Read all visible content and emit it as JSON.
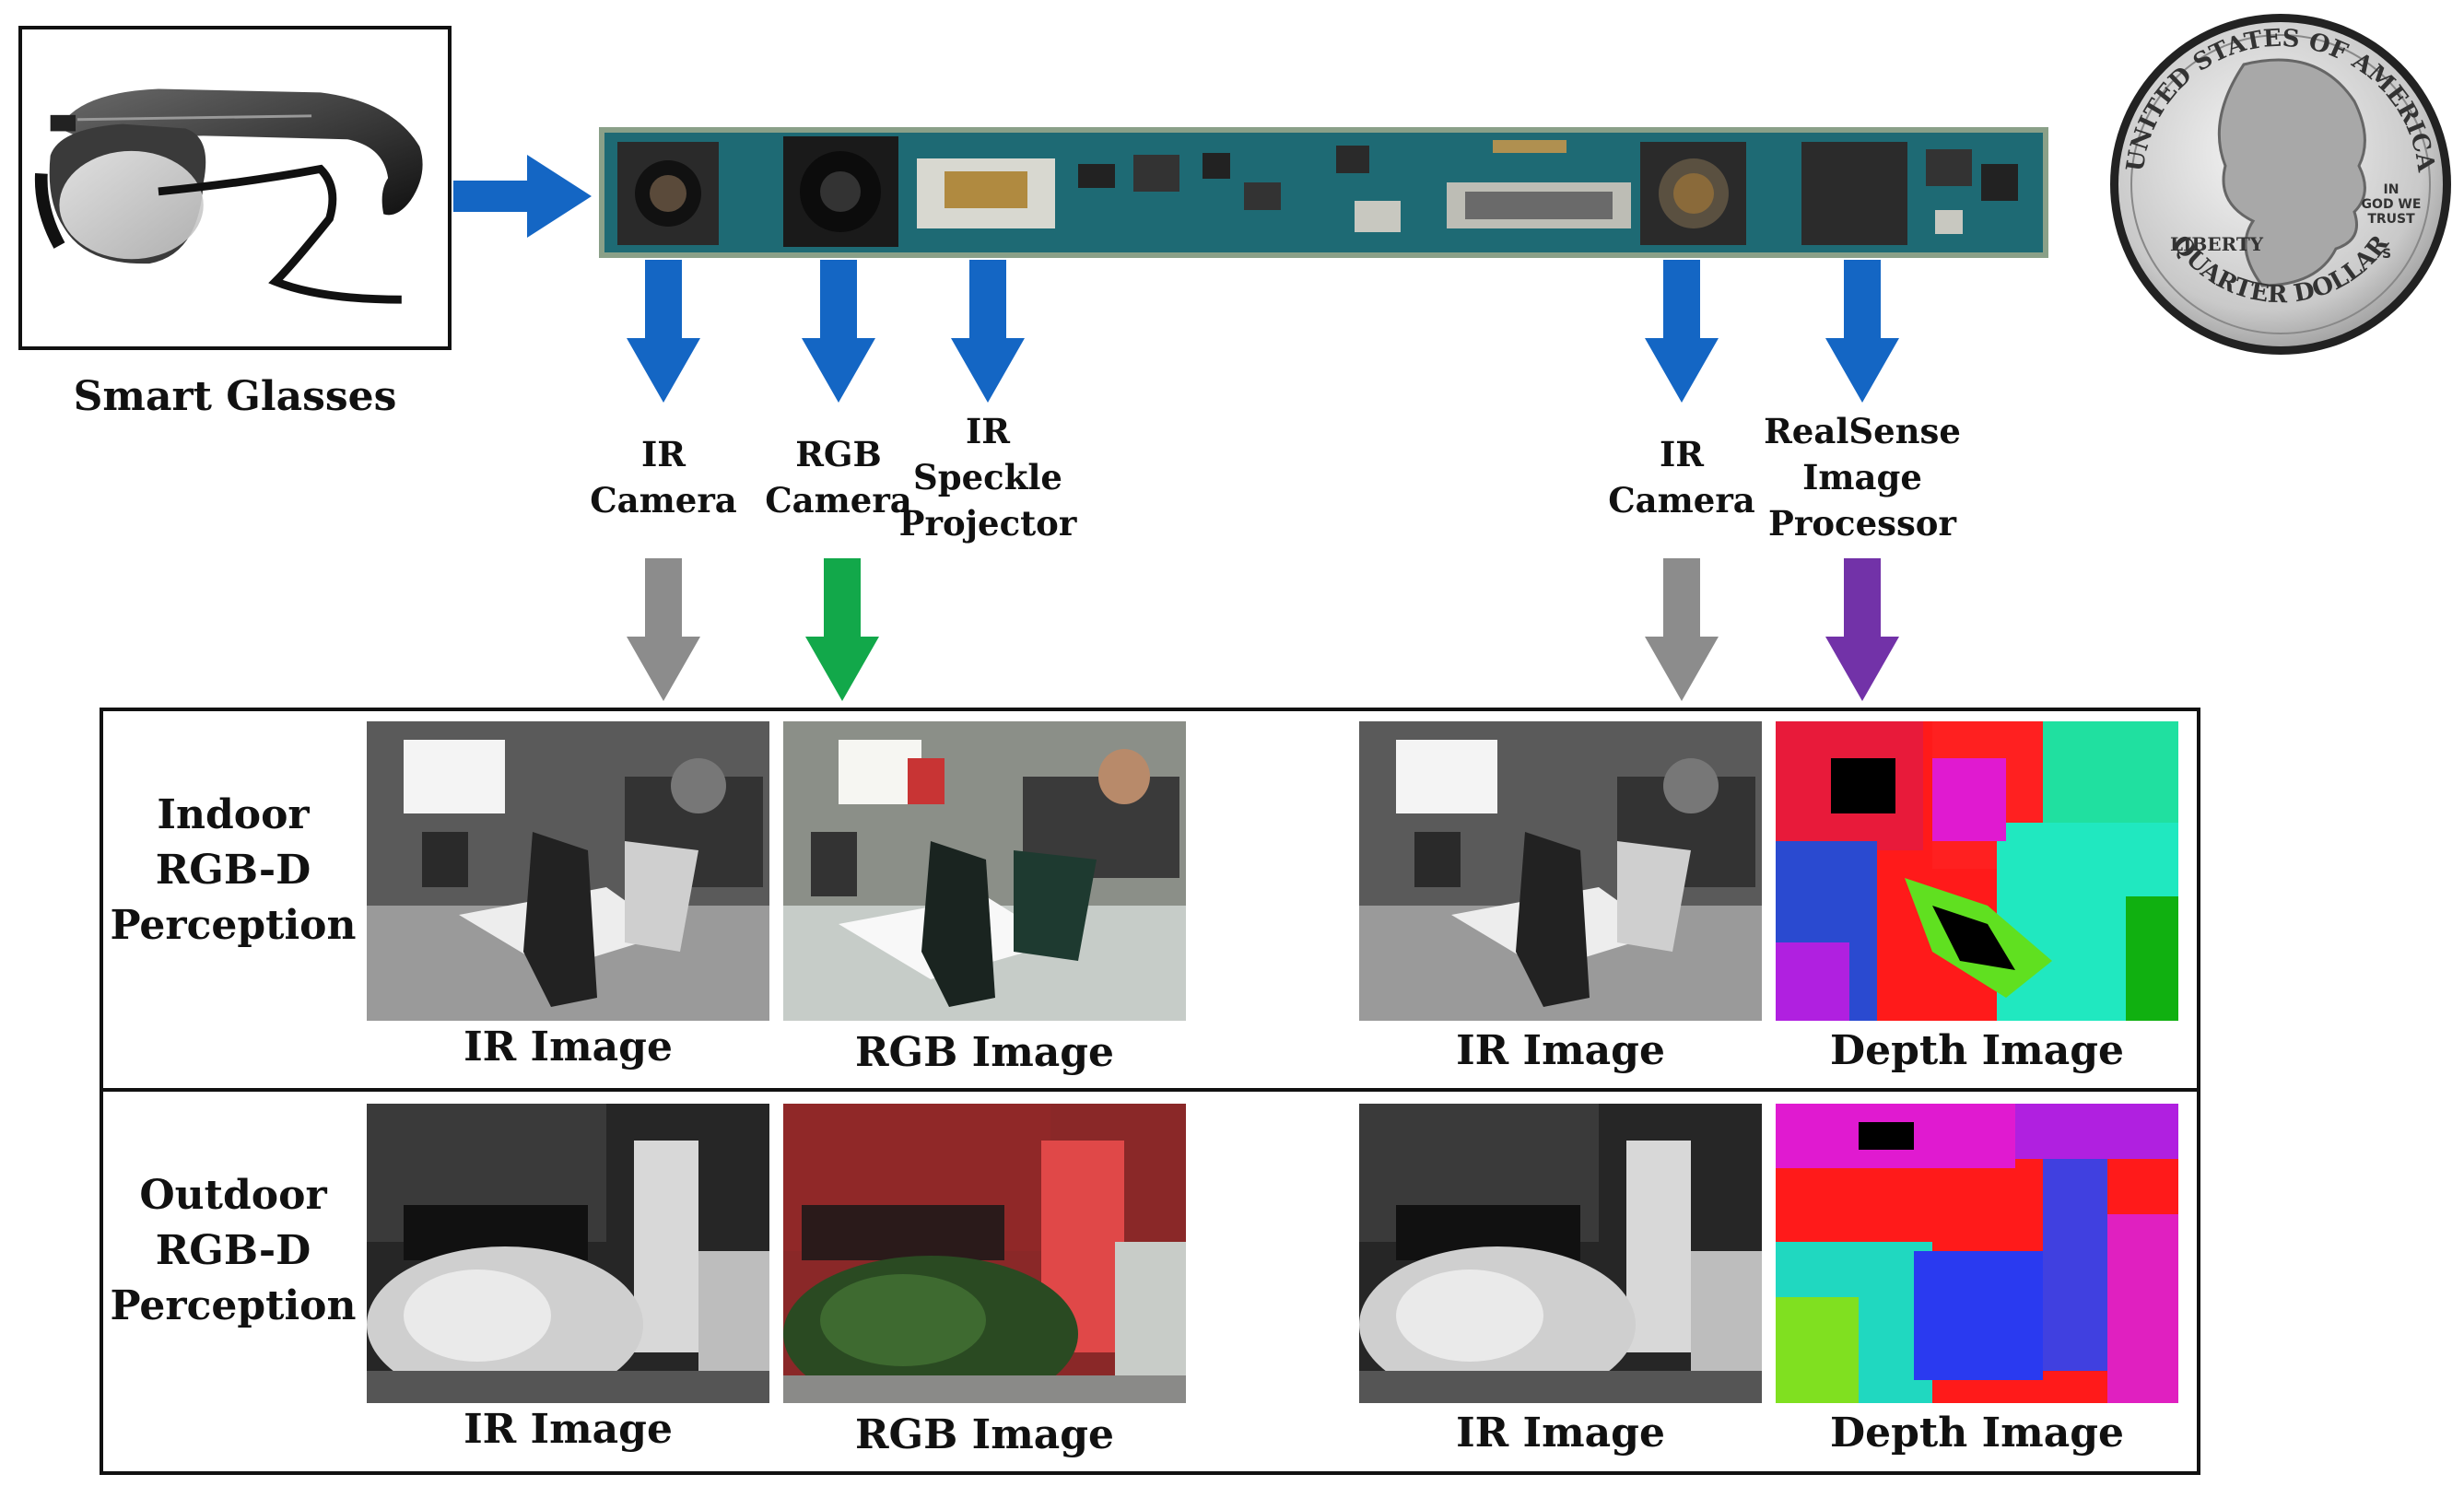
{
  "title": "",
  "device": {
    "glasses_label": "Smart Glasses"
  },
  "components": [
    {
      "id": "ir-left",
      "label_lines": [
        "IR",
        "Camera"
      ]
    },
    {
      "id": "rgb",
      "label_lines": [
        "RGB",
        "Camera"
      ]
    },
    {
      "id": "projector",
      "label_lines": [
        "IR",
        "Speckle",
        "Projector"
      ]
    },
    {
      "id": "ir-right",
      "label_lines": [
        "IR",
        "Camera"
      ]
    },
    {
      "id": "processor",
      "label_lines": [
        "RealSense",
        "Image",
        "Processor"
      ]
    }
  ],
  "coin": {
    "top_text": "UNITED STATES OF AMERICA",
    "left_text": "LIBERTY",
    "motto_lines": [
      "IN",
      "GOD WE",
      "TRUST"
    ],
    "mint_mark": "S",
    "bottom_text": "QUARTER DOLLAR"
  },
  "rows": [
    {
      "label_lines": [
        "Indoor",
        "RGB-D",
        "Perception"
      ],
      "captions": [
        "IR Image",
        "RGB Image",
        "IR Image",
        "Depth Image"
      ]
    },
    {
      "label_lines": [
        "Outdoor",
        "RGB-D",
        "Perception"
      ],
      "captions": [
        "IR Image",
        "RGB Image",
        "IR Image",
        "Depth Image"
      ]
    }
  ],
  "colors": {
    "blue_arrow": "#1466C4",
    "gray_arrow": "#8C8C8C",
    "green_arrow": "#12A84A",
    "purple_arrow": "#7232A8",
    "pcb_green": "#1E6A74"
  },
  "icons": [
    "glasses-icon",
    "pcb-board-image",
    "quarter-coin-icon"
  ]
}
